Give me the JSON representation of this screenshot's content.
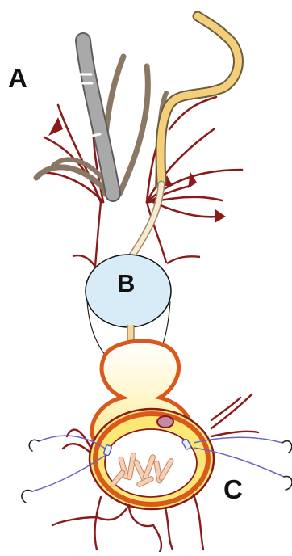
{
  "labels": {
    "a": "A",
    "b": "B",
    "c": "C"
  },
  "colors": {
    "vessel": "#8b1a1a",
    "catheter_gray": "#9a9a9a",
    "wire_tan": "#8a7864",
    "wire_yellow": "#f3cf7a",
    "balloon": "#d8ecf7",
    "graft_orange": "#d9581c",
    "graft_fill": "#fdf3a8",
    "suture": "#6b63c8"
  },
  "icons": [
    "catheter",
    "guidewire",
    "balloon",
    "graft",
    "suture-hook",
    "clip"
  ]
}
